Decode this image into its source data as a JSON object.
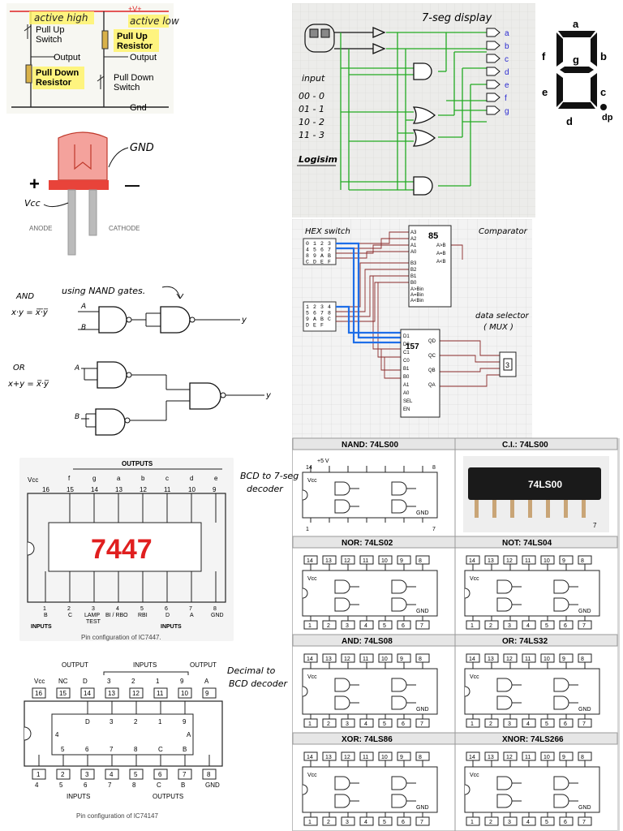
{
  "switches": {
    "label_vplus": "+V+",
    "active_high": "active high",
    "active_low": "active low",
    "pull_up_switch_1": "Pull Up",
    "pull_up_switch_2": "Switch",
    "pull_up_resistor_1": "Pull Up",
    "pull_up_resistor_2": "Resistor",
    "output_left": "Output",
    "output_right": "Output",
    "pull_down_resistor_1": "Pull Down",
    "pull_down_resistor_2": "Resistor",
    "pull_down_switch_1": "Pull Down",
    "pull_down_switch_2": "Switch",
    "gnd": "Gnd",
    "highlight_color": "#fff36b"
  },
  "led": {
    "gnd": "GND",
    "vcc": "Vcc",
    "plus": "+",
    "minus": "—",
    "anode": "ANODE",
    "cathode": "CATHODE",
    "led_color": "#e8433a"
  },
  "nand_gates": {
    "and_title": "AND",
    "and_expr": "x·y = x̅·̅y̅",
    "using_nand": "using NAND gates.",
    "in_a": "A",
    "in_b": "B",
    "out_y": "y",
    "or_title": "OR",
    "or_expr": "x+y = x̅·y̅",
    "or_in_a": "A",
    "or_in_b": "B",
    "or_out_y": "y"
  },
  "logisim": {
    "title": "7-seg display",
    "input_label": "input",
    "codes": [
      "00 - 0",
      "01 - 1",
      "10 - 2",
      "11 - 3"
    ],
    "brand": "Logisim",
    "outputs": [
      "a",
      "b",
      "c",
      "d",
      "e",
      "f",
      "g"
    ],
    "wire_color": "#22aa22"
  },
  "seven_seg": {
    "a": "a",
    "b": "b",
    "c": "c",
    "d": "d",
    "e": "e",
    "f": "f",
    "g": "g",
    "dp": "dp"
  },
  "comparator": {
    "hex_switch": "HEX switch",
    "comparator": "Comparator",
    "data_selector_1": "data selector",
    "data_selector_2": "( MUX )",
    "chip85": "85",
    "chip157": "157",
    "hex_keys_1": [
      "0",
      "1",
      "2",
      "3",
      "4",
      "5",
      "6",
      "7",
      "8",
      "9",
      "A",
      "B",
      "C",
      "D",
      "E",
      "F"
    ],
    "hex_keys_2": [
      "1",
      "2",
      "3",
      "4",
      "5",
      "6",
      "7",
      "8",
      "9",
      "A",
      "B",
      "C",
      "D",
      "E",
      "F"
    ],
    "a_pins": [
      "A3",
      "A2",
      "A1",
      "A0"
    ],
    "b_pins": [
      "B3",
      "B2",
      "B1",
      "B0"
    ],
    "cmp_inputs": [
      "A>Bin",
      "A=Bin",
      "A<Bin"
    ],
    "cmp_outputs": [
      "A>B",
      "A=B",
      "A<B"
    ],
    "mux_pins": [
      "D1",
      "D0",
      "C1",
      "C0",
      "B1",
      "B0",
      "A1",
      "A0",
      "SEL",
      "EN"
    ],
    "mux_outputs": [
      "QD",
      "QC",
      "QB",
      "QA"
    ],
    "display_value": "3",
    "highlight_wire_color": "#1e6ee8"
  },
  "ic_table": {
    "headers": [
      {
        "left": "NAND: 74LS00",
        "right": "C.I.: 74LS00"
      },
      {
        "left": "NOR: 74LS02",
        "right": "NOT: 74LS04"
      },
      {
        "left": "AND: 74LS08",
        "right": "OR: 74LS32"
      },
      {
        "left": "XOR: 74LS86",
        "right": "XNOR: 74LS266"
      }
    ],
    "chip_name": "74LS00",
    "plus5v": "+5 V",
    "vcc": "Vcc",
    "gnd": "GND",
    "pin_top": [
      "14",
      "13",
      "12",
      "11",
      "10",
      "9",
      "8"
    ],
    "pin_bottom": [
      "1",
      "2",
      "3",
      "4",
      "5",
      "6",
      "7"
    ],
    "header_bg": "#e6e6e6"
  },
  "ic7447": {
    "outputs_label": "OUTPUTS",
    "chip": "7447",
    "vcc": "Vcc",
    "top_letters": [
      "f",
      "g",
      "a",
      "b",
      "c",
      "d",
      "e"
    ],
    "top_pins": [
      "16",
      "15",
      "14",
      "13",
      "12",
      "11",
      "10",
      "9"
    ],
    "bottom_pins": [
      "1",
      "2",
      "3",
      "4",
      "5",
      "6",
      "7",
      "8"
    ],
    "bottom_names": [
      "B",
      "C",
      "LAMP TEST",
      "BI / RBO",
      "RBI",
      "D",
      "A",
      "GND"
    ],
    "inputs_left": "INPUTS",
    "inputs_right": "INPUTS",
    "note_1": "BCD to 7-seg",
    "note_2": "decoder",
    "caption": "Pin configuration of IC7447.",
    "chip_color": "#e01f1f"
  },
  "ic74147": {
    "output_left": "OUTPUT",
    "inputs_top": "INPUTS",
    "output_right": "OUTPUT",
    "top_names": [
      "Vcc",
      "NC",
      "D",
      "3",
      "2",
      "1",
      "9",
      "A"
    ],
    "top_pins": [
      "16",
      "15",
      "14",
      "13",
      "12",
      "11",
      "10",
      "9"
    ],
    "inner_top": [
      "D",
      "3",
      "2",
      "1",
      "9"
    ],
    "inner_left": "4",
    "inner_right": "A",
    "inner_bottom": [
      "5",
      "6",
      "7",
      "8",
      "C",
      "B"
    ],
    "bottom_pins": [
      "1",
      "2",
      "3",
      "4",
      "5",
      "6",
      "7",
      "8"
    ],
    "bottom_names": [
      "4",
      "5",
      "6",
      "7",
      "8",
      "C",
      "B",
      "GND"
    ],
    "inputs_bottom": "INPUTS",
    "outputs_bottom": "OUTPUTS",
    "note_1": "Decimal to",
    "note_2": "BCD decoder",
    "caption": "Pin configuration of IC74147"
  }
}
